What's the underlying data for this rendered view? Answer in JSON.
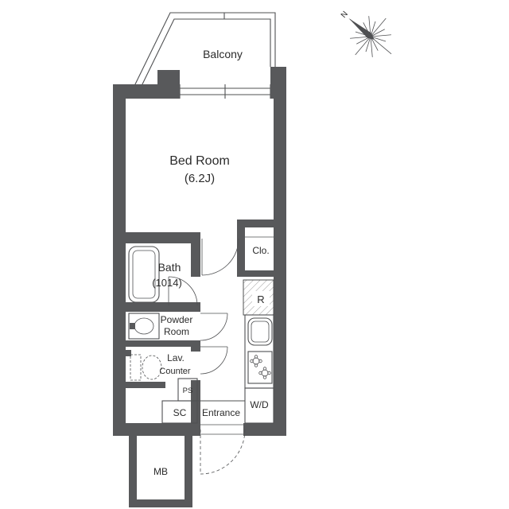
{
  "compass": {
    "north": "N"
  },
  "rooms": {
    "balcony": "Balcony",
    "bedroom_name": "Bed Room",
    "bedroom_size": "(6.2J)",
    "bath_name": "Bath",
    "bath_size": "(1014)",
    "powder_room_line1": "Powder",
    "powder_room_line2": "Room",
    "lav_line1": "Lav.",
    "lav_line2": "Counter",
    "pipe_space": "PS",
    "shoe_closet": "SC",
    "entrance": "Entrance",
    "washer_dryer": "W/D",
    "closet": "Clo.",
    "refrigerator": "R",
    "meter_box": "MB"
  },
  "colors": {
    "wall": "#58595b",
    "line": "#4f5052",
    "text": "#2b2b2b",
    "background": "#ffffff"
  }
}
